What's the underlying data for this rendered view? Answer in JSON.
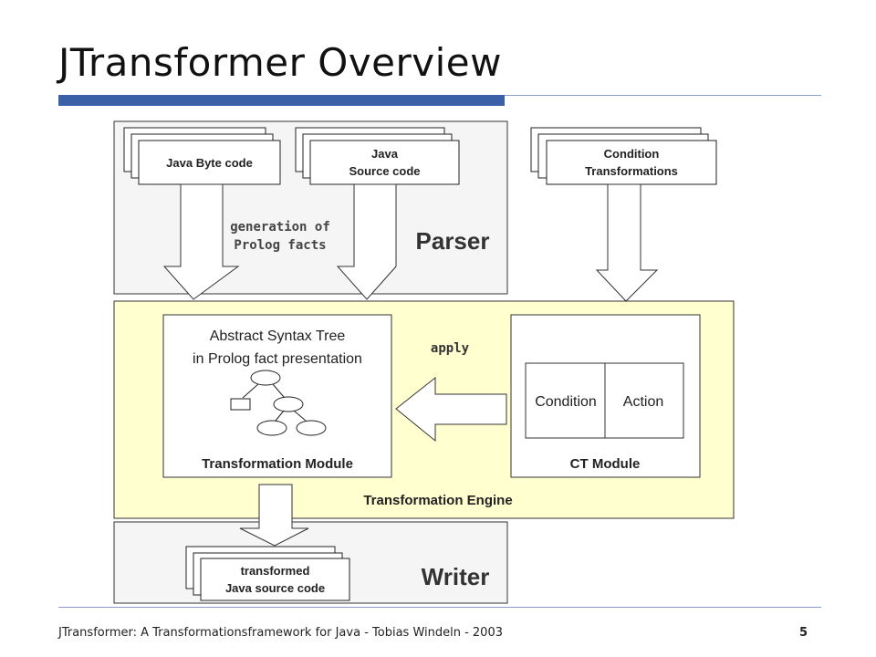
{
  "slide": {
    "title": "JTransformer Overview",
    "footer": "JTransformer: A Transformationsframework for Java - Tobias Windeln - 2003",
    "page_number": "5"
  },
  "parser": {
    "label": "Parser",
    "java_byte_code": "Java Byte code",
    "java_source_line1": "Java",
    "java_source_line2": "Source code",
    "generation_line1": "generation of",
    "generation_line2": "Prolog facts"
  },
  "conditions": {
    "line1": "Condition",
    "line2": "Transformations"
  },
  "engine": {
    "label": "Transformation Engine",
    "apply_label": "apply",
    "transformation_module": {
      "ast_line1": "Abstract Syntax Tree",
      "ast_line2": "in Prolog fact presentation",
      "label": "Transformation Module"
    },
    "ct_module": {
      "condition": "Condition",
      "action": "Action",
      "label": "CT Module"
    }
  },
  "writer": {
    "label": "Writer",
    "output_line1": "transformed",
    "output_line2": "Java source code"
  },
  "colors": {
    "accent_bar": "#3a61a8",
    "rule_line": "#8aa0c8",
    "panel_gray": "#f5f5f5",
    "engine_yellow": "#ffffd0"
  }
}
